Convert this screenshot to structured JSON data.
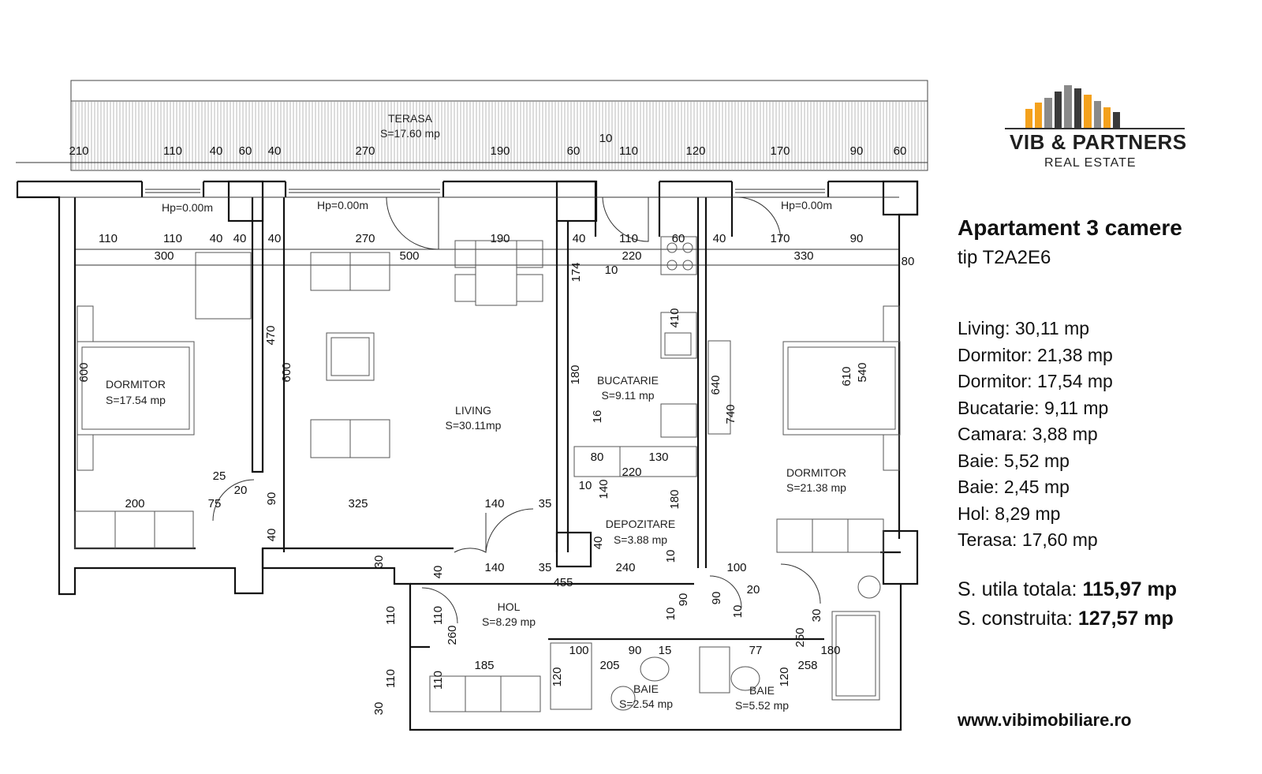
{
  "brand": {
    "name": "VIB & PARTNERS",
    "subtitle": "REAL ESTATE",
    "colors": {
      "orange": "#F4A11C",
      "gray": "#8A8A8A",
      "dark": "#3A3A3A"
    }
  },
  "apartment": {
    "title": "Apartament 3 camere",
    "type": "tip T2A2E6"
  },
  "areas": [
    "Living: 30,11 mp",
    "Dormitor: 21,38 mp",
    "Dormitor: 17,54 mp",
    "Bucatarie: 9,11 mp",
    "Camara: 3,88 mp",
    "Baie: 5,52 mp",
    "Baie: 2,45 mp",
    "Hol: 8,29 mp",
    "Terasa: 17,60 mp"
  ],
  "totals": {
    "useful_label": "S. utila totala: ",
    "useful_value": "115,97 mp",
    "built_label": "S. construita: ",
    "built_value": "127,57 mp"
  },
  "website": "www.vibimobiliare.ro",
  "plan": {
    "rooms": {
      "terasa": {
        "name": "TERASA",
        "area": "S=17.60  mp"
      },
      "dormitor_left": {
        "name": "DORMITOR",
        "area": "S=17.54  mp"
      },
      "living": {
        "name": "LIVING",
        "area": "S=30.11mp"
      },
      "bucatarie": {
        "name": "BUCATARIE",
        "area": "S=9.11  mp"
      },
      "dormitor_right": {
        "name": "DORMITOR",
        "area": "S=21.38  mp"
      },
      "depozitare": {
        "name": "DEPOZITARE",
        "area": "S=3.88  mp"
      },
      "hol": {
        "name": "HOL",
        "area": "S=8.29  mp"
      },
      "baie_1": {
        "name": "BAIE",
        "area": "S=2.54  mp"
      },
      "baie_2": {
        "name": "BAIE",
        "area": "S=5.52  mp"
      }
    },
    "hp": [
      "Hp=0.00m",
      "Hp=0.00m",
      "Hp=0.00m"
    ],
    "dims_top": [
      "210",
      "110",
      "40",
      "60",
      "40",
      "270",
      "190",
      "60",
      "10",
      "110",
      "120",
      "170",
      "90",
      "60"
    ],
    "dims_row2": [
      "110",
      "110",
      "40",
      "40",
      "40",
      "270",
      "190",
      "40",
      "110",
      "60",
      "40",
      "170",
      "90"
    ],
    "dims_row3": [
      "300",
      "500",
      "220",
      "10",
      "330",
      "80"
    ],
    "dims_misc": [
      "174",
      "470",
      "600",
      "600",
      "180",
      "16",
      "410",
      "640",
      "740",
      "610",
      "540",
      "80",
      "130",
      "220",
      "10",
      "140",
      "180",
      "25",
      "20",
      "90",
      "40",
      "200",
      "75",
      "325",
      "140",
      "35",
      "40",
      "140",
      "35",
      "240",
      "455",
      "10",
      "100",
      "20",
      "90",
      "90",
      "10",
      "10",
      "30",
      "30",
      "110",
      "40",
      "110",
      "260",
      "110",
      "110",
      "185",
      "100",
      "205",
      "90",
      "15",
      "120",
      "77",
      "180",
      "258",
      "120",
      "250",
      "30"
    ]
  }
}
